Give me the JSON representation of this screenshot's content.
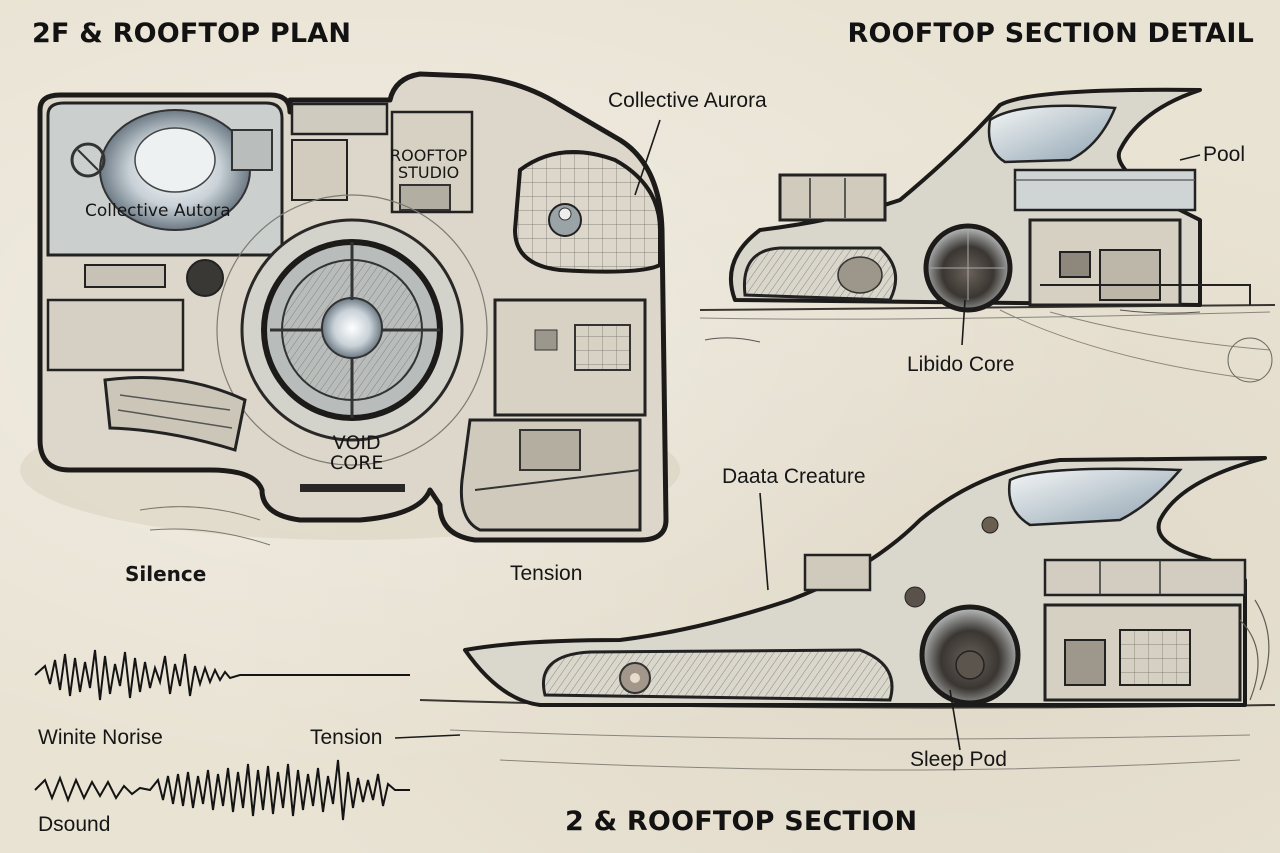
{
  "headings": {
    "plan": "2F & ROOFTOP PLAN",
    "detail": "ROOFTOP SECTION DETAIL",
    "section": "2 & ROOFTOP SECTION"
  },
  "plan": {
    "rooms": {
      "collective_autora": "Collective Autora",
      "rooftop_studio": "ROOFTOP\nSTUDIO",
      "void_core": "VOID\nCORE"
    },
    "labels": {
      "collective_aurora": "Collective Aurora",
      "silence": "Silence",
      "tension": "Tension"
    }
  },
  "detail": {
    "labels": {
      "pool": "Pool",
      "libido_core": "Libido Core"
    }
  },
  "section": {
    "labels": {
      "data_creature": "Daata Creature",
      "sleep_pod": "Sleep Pod"
    }
  },
  "sound": {
    "labels": {
      "white_noise": "Winite Norise",
      "tension": "Tension",
      "dsound": "Dsound"
    }
  },
  "colors": {
    "paper": "#e9e3d4",
    "ink": "#1f1d1a",
    "wash_blue": "#9fb3c2",
    "wash_warm": "#b9a88c"
  }
}
